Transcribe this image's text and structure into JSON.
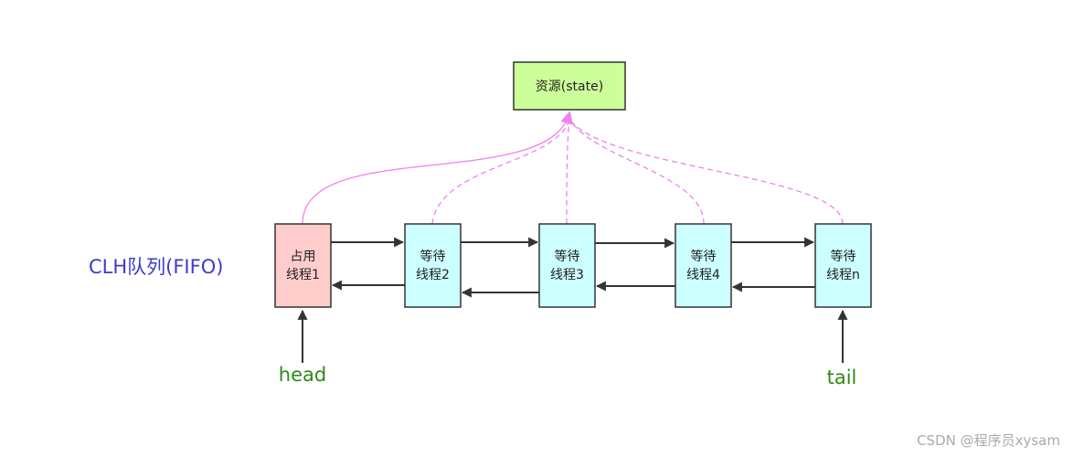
{
  "colors": {
    "accent_pink": "#ee82ee",
    "link_arrow": "#333333",
    "owner_fill": "#ffcccc",
    "waiter_fill": "#ccffff",
    "resource_fill": "#ccff99",
    "queue_label": "#3b3bcc",
    "pointer_label": "#2e8b14",
    "watermark": "#aaaaaa"
  },
  "diagram": {
    "queue_label": "CLH队列(FIFO)",
    "resource": {
      "label": "资源(state)"
    },
    "nodes": [
      {
        "id": "n1",
        "lines": [
          "占用",
          "线程1"
        ],
        "state": "owner"
      },
      {
        "id": "n2",
        "lines": [
          "等待",
          "线程2"
        ],
        "state": "waiting"
      },
      {
        "id": "n3",
        "lines": [
          "等待",
          "线程3"
        ],
        "state": "waiting"
      },
      {
        "id": "n4",
        "lines": [
          "等待",
          "线程4"
        ],
        "state": "waiting"
      },
      {
        "id": "n5",
        "lines": [
          "等待",
          "线程n"
        ],
        "state": "waiting"
      }
    ],
    "pointers": [
      {
        "label": "head",
        "target": "n1"
      },
      {
        "label": "tail",
        "target": "n5"
      }
    ]
  },
  "watermark": "CSDN @程序员xysam"
}
